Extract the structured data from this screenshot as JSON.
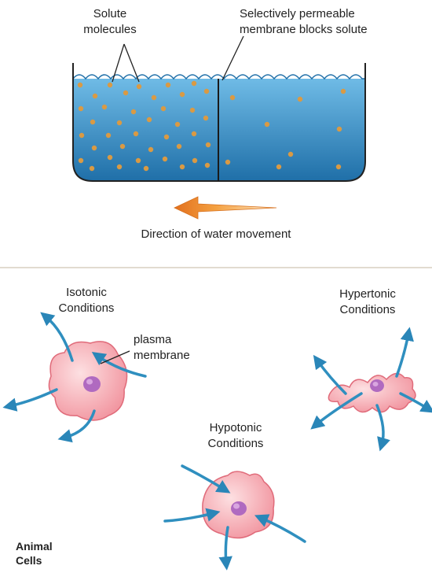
{
  "top": {
    "solute_label": [
      "Solute",
      "molecules"
    ],
    "membrane_label": [
      "Selectively permeable",
      "membrane blocks solute"
    ],
    "arrow_label": "Direction of water movement"
  },
  "cells": {
    "isotonic": {
      "title": [
        "Isotonic",
        "Conditions"
      ]
    },
    "plasma": [
      "plasma",
      "membrane"
    ],
    "hypotonic": {
      "title": [
        "Hypotonic",
        "Conditions"
      ]
    },
    "hypertonic": {
      "title": [
        "Hypertonic",
        "Conditions"
      ]
    },
    "corner": [
      "Animal",
      "Cells"
    ]
  },
  "colors": {
    "water_top": "#5aaee0",
    "water_bottom": "#1d73ad",
    "solute": "#d99a44",
    "arrow_orange": "#ef8a2a",
    "cell_fill": "#f5a8ae",
    "cell_edge": "#e06b7a",
    "nucleus": "#b06ac0",
    "flow_arrow": "#2f8fbf"
  }
}
